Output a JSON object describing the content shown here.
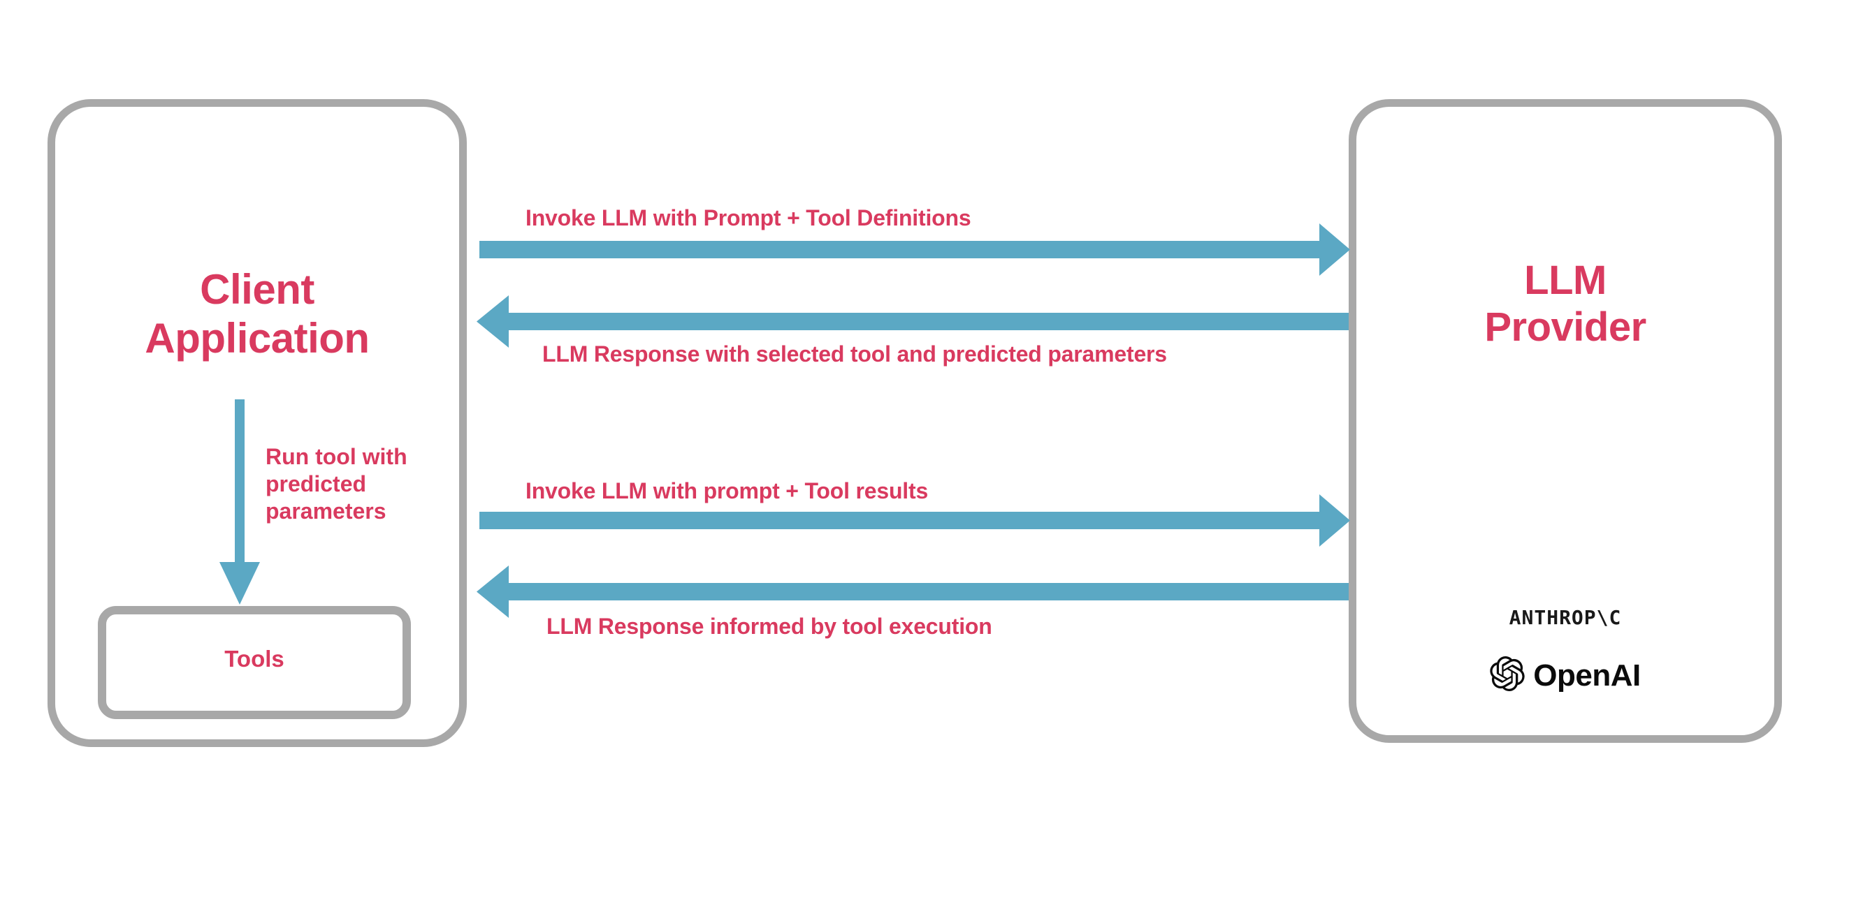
{
  "diagram": {
    "title": "LLM tool calling sequence between client application and LLM provider",
    "colors": {
      "accent_text": "#d93a5f",
      "arrow": "#5ba8c4",
      "box_border": "#a8a8a8",
      "background": "#ffffff",
      "brand_text": "#191919"
    }
  },
  "client": {
    "title": "Client\nApplication",
    "tools": {
      "label": "Tools"
    },
    "run_tool_label": "Run tool with\npredicted\nparameters"
  },
  "provider": {
    "title": "LLM\nProvider",
    "brands": [
      {
        "name": "anthropic",
        "label": "ANTHROP\\C"
      },
      {
        "name": "openai",
        "label": "OpenAI",
        "icon": "openai-knot-icon"
      }
    ]
  },
  "flows": [
    {
      "id": "flow-1",
      "label": "Invoke LLM with Prompt + Tool Definitions",
      "direction": "right",
      "from": "client",
      "to": "provider"
    },
    {
      "id": "flow-2",
      "label": "LLM Response with selected tool and predicted parameters",
      "direction": "left",
      "from": "provider",
      "to": "client"
    },
    {
      "id": "flow-3",
      "label": "Invoke LLM with prompt + Tool results",
      "direction": "right",
      "from": "client",
      "to": "provider"
    },
    {
      "id": "flow-4",
      "label": "LLM Response informed by tool execution",
      "direction": "left",
      "from": "provider",
      "to": "client"
    }
  ]
}
